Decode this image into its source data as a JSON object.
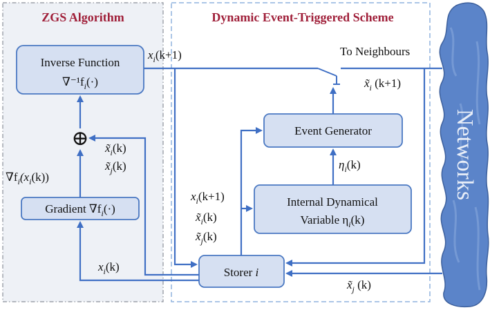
{
  "panels": {
    "zgs_title": "ZGS Algorithm",
    "dets_title": "Dynamic Event-Triggered Scheme"
  },
  "blocks": {
    "inverse_line1": "Inverse Function",
    "inverse_line2": "∇⁻¹f",
    "inverse_line2_sub": "i",
    "inverse_line2_tail": "(·)",
    "gradient_prefix": "Gradient ∇f",
    "gradient_sub": "i",
    "gradient_tail": "(·)",
    "event_generator": "Event Generator",
    "internal_line1": "Internal Dynamical",
    "internal_line2": "Variable η",
    "internal_line2_sub": "i",
    "internal_line2_tail": "(k)",
    "storer": "Storer ",
    "storer_index": "i"
  },
  "labels": {
    "x_next": "x",
    "x_next_sub": "i",
    "x_next_tail": "(k+1)",
    "to_neighbours": "To Neighbours",
    "xt_next": "x̃",
    "xt_next_sub": "i",
    "xt_next_tail": " (k+1)",
    "eta": "η",
    "eta_sub": "i",
    "eta_tail": "(k)",
    "xt_i_sum": "x̃",
    "xt_i_sum_sub": "i",
    "xt_i_sum_tail": "(k)",
    "xt_j_sum": "x̃",
    "xt_j_sum_sub": "j",
    "xt_j_sum_tail": "(k)",
    "grad_value_prefix": "∇f",
    "grad_value_sub": "i",
    "grad_value_tail": "(x",
    "grad_value_sub2": "i",
    "grad_value_end": "(k))",
    "x_k": "x",
    "x_k_sub": "i",
    "x_k_tail": "(k)",
    "mid_x_next": "x",
    "mid_x_next_sub": "i",
    "mid_x_next_tail": "(k+1)",
    "mid_xt_i": "x̃",
    "mid_xt_i_sub": "i",
    "mid_xt_i_tail": "(k)",
    "mid_xt_j": "x̃",
    "mid_xt_j_sub": "j",
    "mid_xt_j_tail": "(k)",
    "xt_j_in": "x̃",
    "xt_j_in_sub": "j",
    "xt_j_in_tail": "  (k)",
    "sum_symbol": "⊕"
  },
  "network": {
    "label": "Networks"
  },
  "colors": {
    "panel_bg": "#eef1f6",
    "block_fill": "#d6e0f2",
    "block_stroke": "#4a78c2",
    "arrow": "#3f6fc4",
    "cloud": "#5b84c9",
    "title": "#a0203a"
  }
}
